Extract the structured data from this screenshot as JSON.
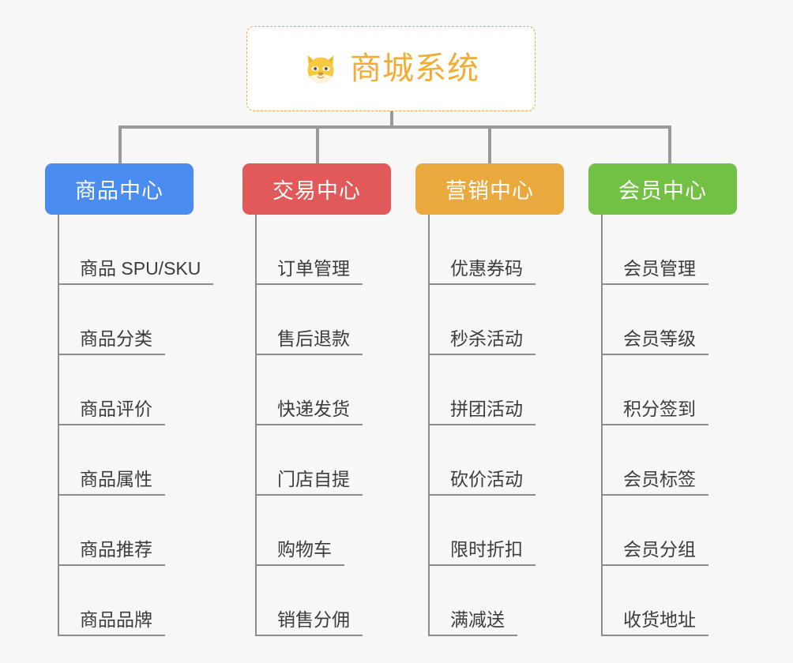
{
  "page": {
    "background_color": "#f7f7f7",
    "connector_color": "#9a9a9a",
    "leaf_line_color": "#8c8c8c",
    "leaf_text_color": "#3c3c3c"
  },
  "root": {
    "title": "商城系统",
    "icon": "shiba-dog-face-emoji",
    "border_color": "#eaa93f",
    "text_color": "#f0ad35",
    "background_color": "#ffffff"
  },
  "branches": [
    {
      "id": "product-center",
      "label": "商品中心",
      "color": "#4a8cf0",
      "items": [
        "商品 SPU/SKU",
        "商品分类",
        "商品评价",
        "商品属性",
        "商品推荐",
        "商品品牌"
      ]
    },
    {
      "id": "trade-center",
      "label": "交易中心",
      "color": "#e2595a",
      "items": [
        "订单管理",
        "售后退款",
        "快递发货",
        "门店自提",
        "购物车",
        "销售分佣"
      ]
    },
    {
      "id": "marketing-center",
      "label": "营销中心",
      "color": "#eaa93f",
      "items": [
        "优惠券码",
        "秒杀活动",
        "拼团活动",
        "砍价活动",
        "限时折扣",
        "满减送"
      ]
    },
    {
      "id": "member-center",
      "label": "会员中心",
      "color": "#72c044",
      "items": [
        "会员管理",
        "会员等级",
        "积分签到",
        "会员标签",
        "会员分组",
        "收货地址"
      ]
    }
  ]
}
